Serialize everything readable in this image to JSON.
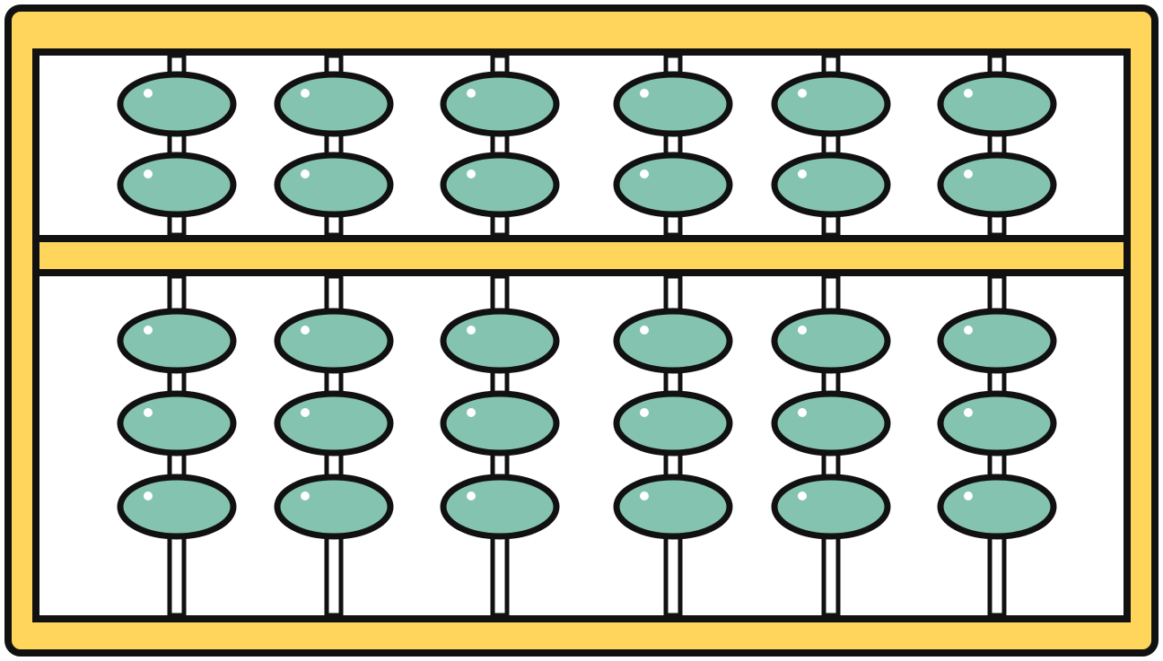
{
  "colors": {
    "frame": "#FFD55C",
    "bead": "#84C3AF",
    "outline": "#111111",
    "interior": "#FFFFFF",
    "highlight": "#FFFFFF"
  },
  "abacus": {
    "columns": 6,
    "upper_beads_per_column": 2,
    "lower_beads_per_column": 3
  }
}
